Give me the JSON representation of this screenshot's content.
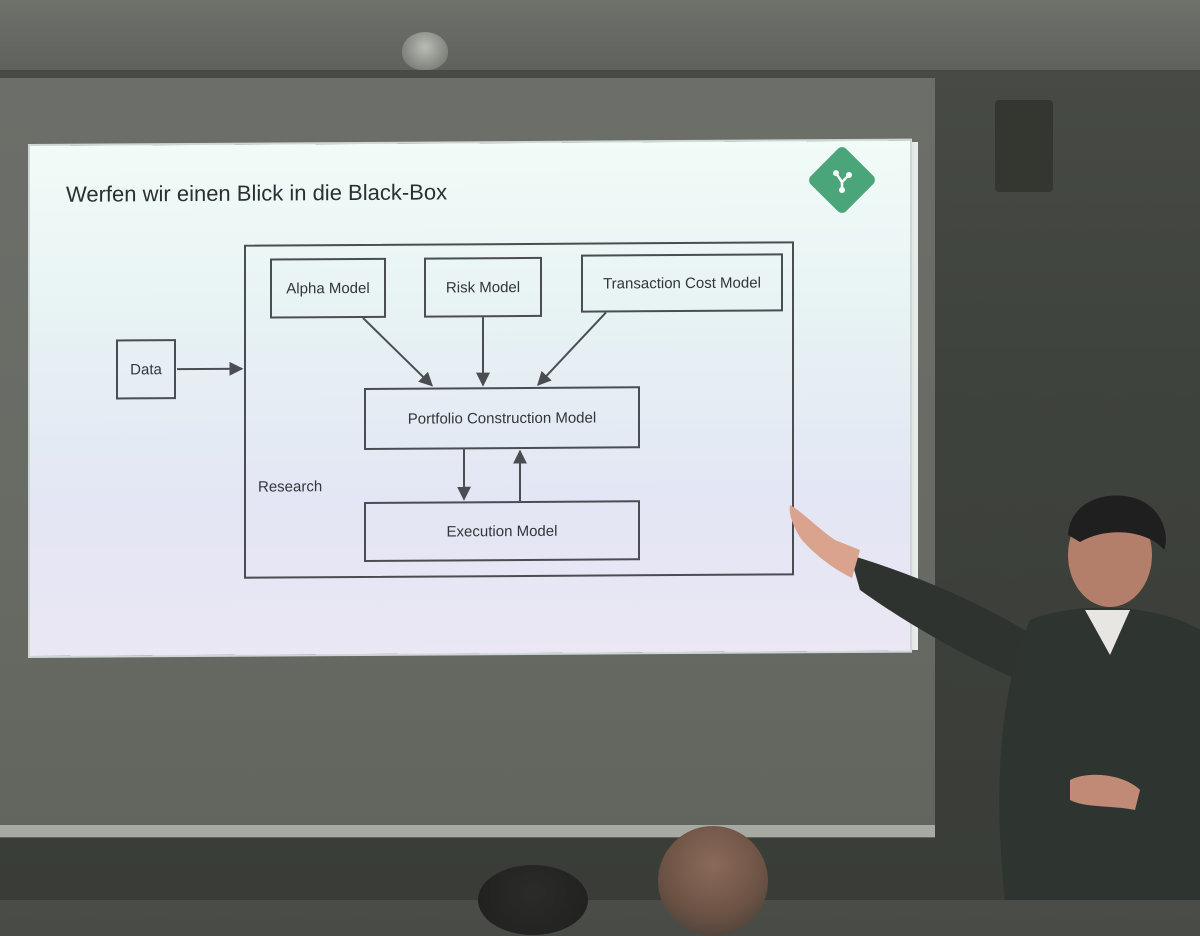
{
  "slide": {
    "title": "Werfen wir einen Blick in die Black-Box",
    "logo_icon": "share-nodes-icon",
    "accent_color": "#4aa57a"
  },
  "diagram": {
    "nodes": {
      "data": "Data",
      "alpha": "Alpha Model",
      "risk": "Risk Model",
      "transaction": "Transaction Cost Model",
      "portfolio": "Portfolio Construction Model",
      "execution": "Execution Model"
    },
    "container_label": "Research",
    "edges": [
      [
        "Data",
        "Research"
      ],
      [
        "Alpha Model",
        "Portfolio Construction Model"
      ],
      [
        "Risk Model",
        "Portfolio Construction Model"
      ],
      [
        "Transaction Cost Model",
        "Portfolio Construction Model"
      ],
      [
        "Portfolio Construction Model",
        "Execution Model"
      ],
      [
        "Execution Model",
        "Portfolio Construction Model"
      ]
    ]
  }
}
